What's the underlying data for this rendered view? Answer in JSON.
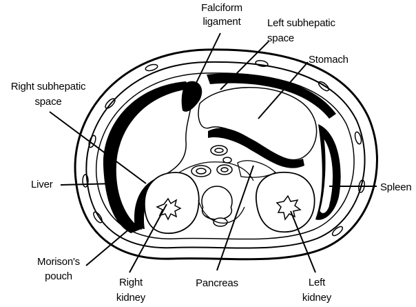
{
  "labels": {
    "falciform_1": "Falciform",
    "falciform_2": "ligament",
    "left_subhepatic_1": "Left subhepatic",
    "left_subhepatic_2": "space",
    "stomach": "Stomach",
    "right_subhepatic_1": "Right subhepatic",
    "right_subhepatic_2": "space",
    "liver": "Liver",
    "spleen": "Spleen",
    "morison_1": "Morison's",
    "morison_2": "pouch",
    "right_kidney_1": "Right",
    "right_kidney_2": "kidney",
    "pancreas": "Pancreas",
    "left_kidney_1": "Left",
    "left_kidney_2": "kidney"
  }
}
